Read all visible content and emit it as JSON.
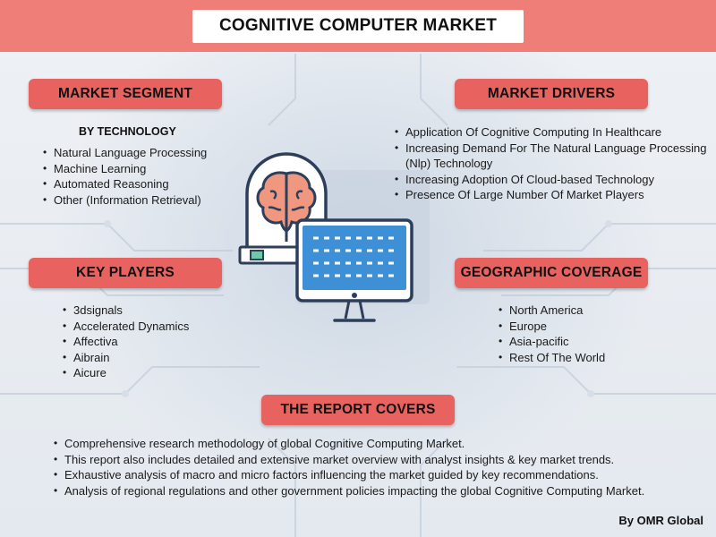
{
  "title": "COGNITIVE COMPUTER MARKET",
  "market_segment": {
    "heading": "MARKET SEGMENT",
    "subheading": "BY TECHNOLOGY",
    "items": [
      "Natural Language Processing",
      "Machine Learning",
      "Automated Reasoning",
      "Other (Information Retrieval)"
    ]
  },
  "market_drivers": {
    "heading": "MARKET DRIVERS",
    "items": [
      "Application Of Cognitive Computing In Healthcare",
      "Increasing Demand For The Natural Language Processing (Nlp) Technology",
      "Increasing Adoption Of Cloud-based Technology",
      "Presence Of Large Number Of Market Players"
    ]
  },
  "key_players": {
    "heading": "KEY PLAYERS",
    "items": [
      "3dsignals",
      "Accelerated Dynamics",
      "Affectiva",
      "Aibrain",
      "Aicure"
    ]
  },
  "geographic_coverage": {
    "heading": "GEOGRAPHIC COVERAGE",
    "items": [
      "North America",
      "Europe",
      "Asia-pacific",
      "Rest Of The World"
    ]
  },
  "report_covers": {
    "heading": "THE REPORT COVERS",
    "items": [
      "Comprehensive research methodology of global Cognitive Computing Market.",
      "This report also includes detailed and extensive market overview with analyst insights & key market trends.",
      "Exhaustive analysis of macro and micro factors influencing the market guided by key recommendations.",
      "Analysis of regional regulations and other government policies impacting the global Cognitive Computing Market."
    ]
  },
  "credit": "By OMR Global",
  "colors": {
    "title_band": "#f07e78",
    "pill": "#e8635f",
    "brain": "#f0987f",
    "monitor": "#3d8fd6",
    "outline": "#2c3e5a"
  },
  "icons": [
    "circuit-board-background",
    "brain-dome-icon",
    "monitor-icon"
  ]
}
